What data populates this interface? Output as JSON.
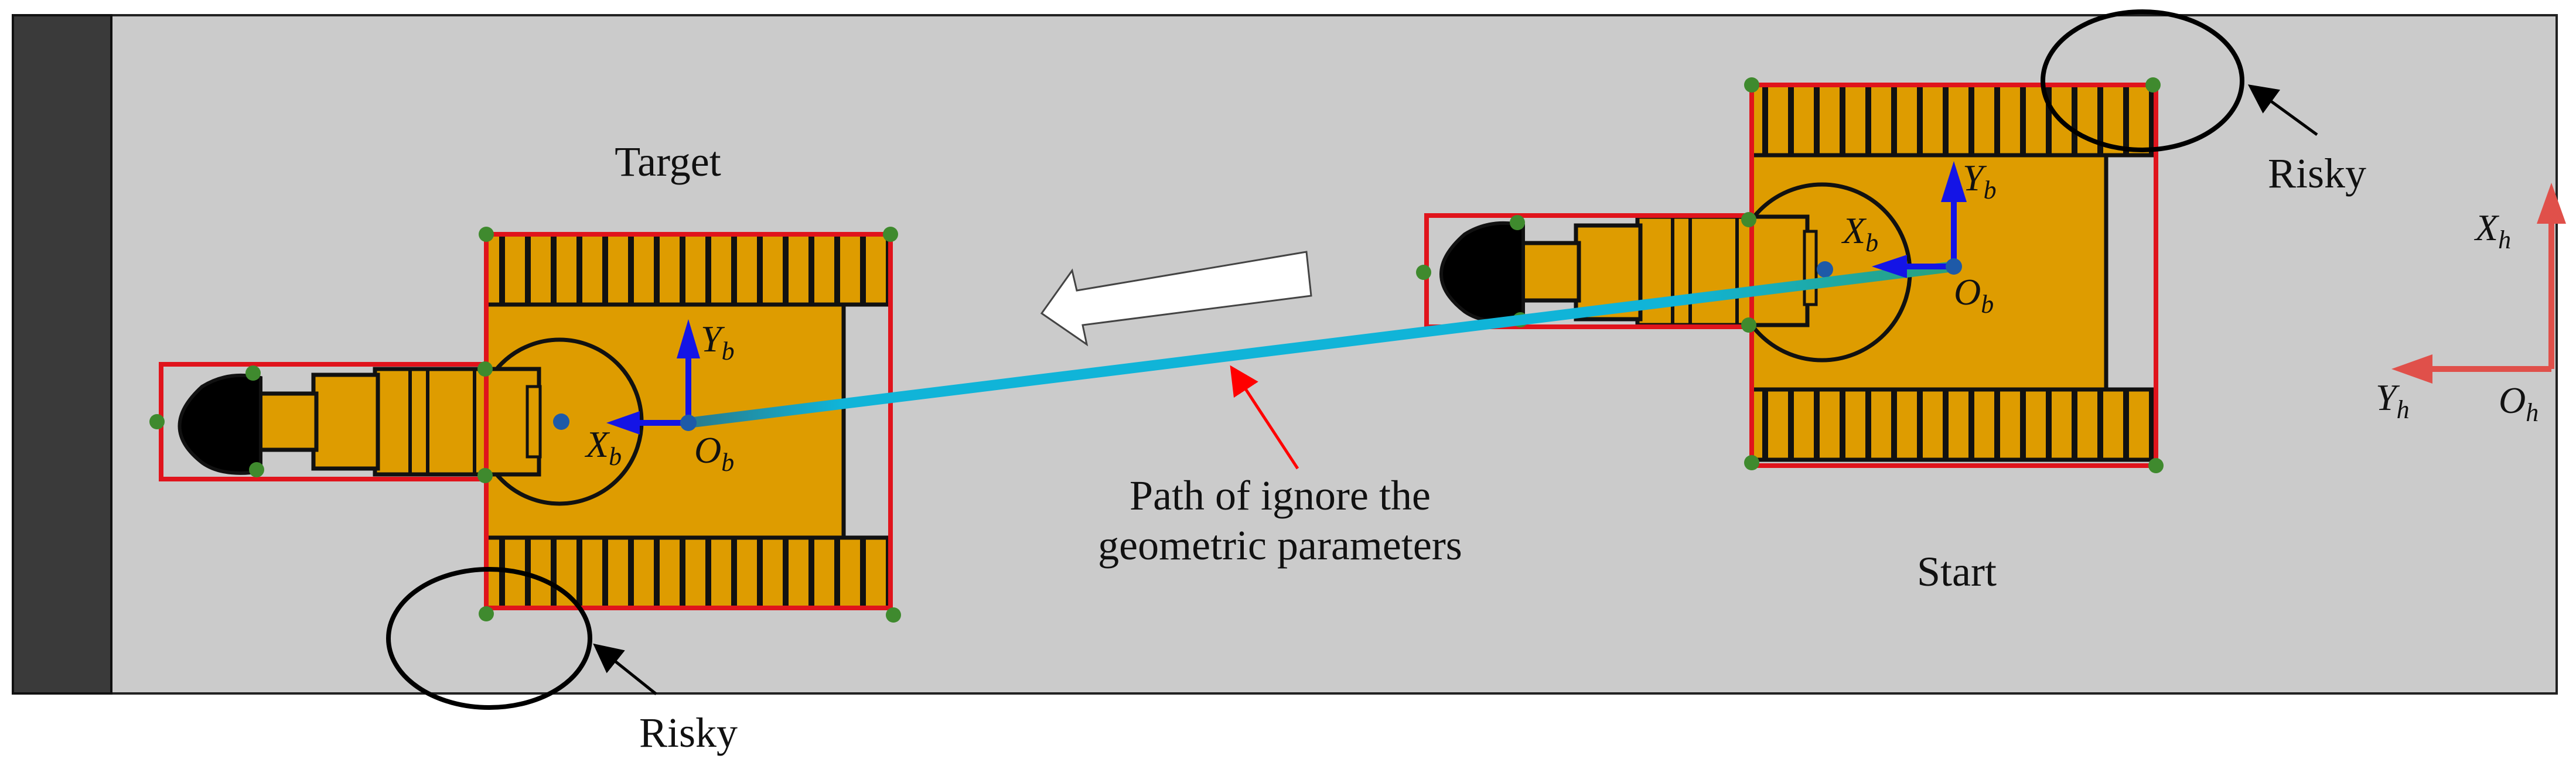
{
  "labels": {
    "target": "Target",
    "start": "Start",
    "risky_top": "Risky",
    "risky_bottom": "Risky",
    "path_line1": "Path of ignore the",
    "path_line2": "geometric parameters"
  },
  "axes": {
    "body_x": "X",
    "body_y": "Y",
    "body_o": "O",
    "body_sub": "b",
    "home_x": "X",
    "home_y": "Y",
    "home_o": "O",
    "home_sub": "h"
  },
  "colors": {
    "background": "#cbcbcb",
    "wall": "#3a3a3a",
    "body": "#de9c00",
    "outline": "#e0141c",
    "path": "#10b4d8",
    "axes_body": "#1414e6",
    "axes_home": "#e0504a",
    "corner_point": "#3f8a2e",
    "center_point": "#1e5aa8"
  }
}
